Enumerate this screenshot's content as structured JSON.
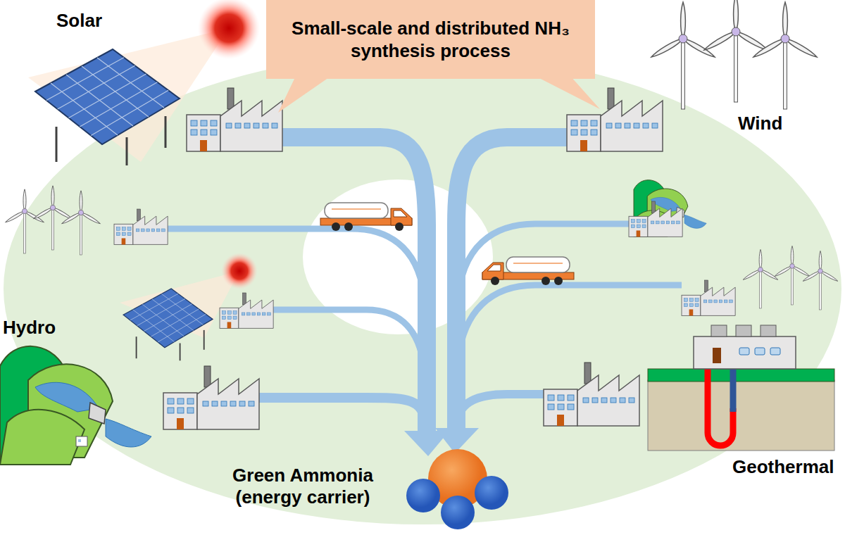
{
  "diagram": {
    "nodes": [
      {
        "text": [
          "Small-scale and distributed NH₃ synthesis process"
        ]
      }
    ],
    "labels": [
      "Solar",
      "Wind",
      "Hydro",
      "Geothermal",
      "Green Ammonia (energy carrier)"
    ]
  }
}
